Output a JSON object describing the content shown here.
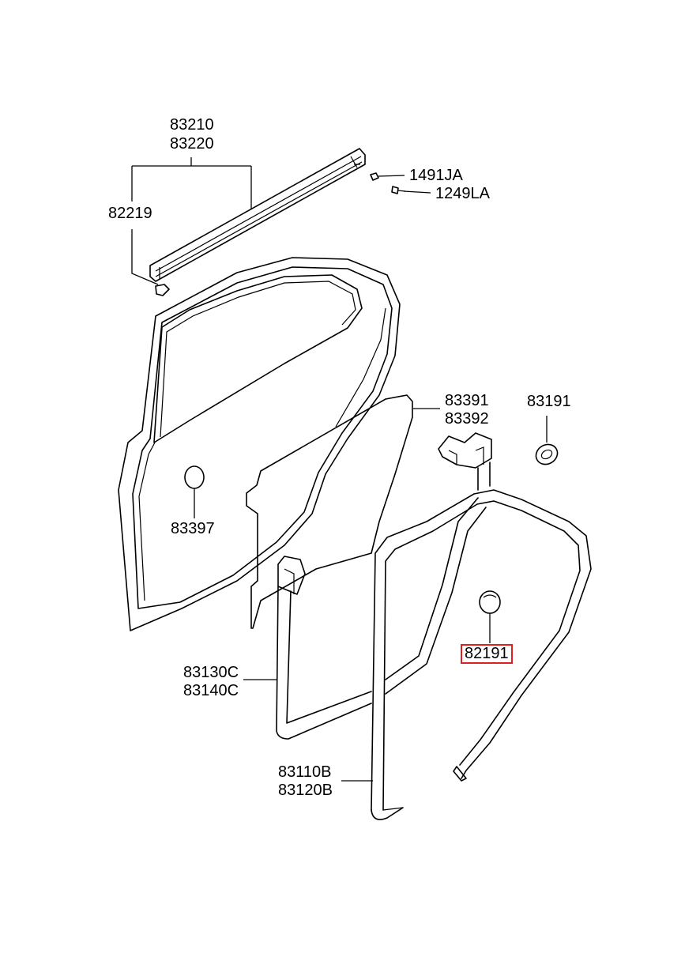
{
  "labels": {
    "p83210": "83210",
    "p83220": "83220",
    "p82219": "82219",
    "p1491JA": "1491JA",
    "p1249LA": "1249LA",
    "p83391": "83391",
    "p83392": "83392",
    "p83191": "83191",
    "p83397": "83397",
    "p82191": "82191",
    "p83130C": "83130C",
    "p83140C": "83140C",
    "p83110B": "83110B",
    "p83120B": "83120B"
  },
  "highlight": {
    "part": "82191",
    "color": "#e02020"
  }
}
